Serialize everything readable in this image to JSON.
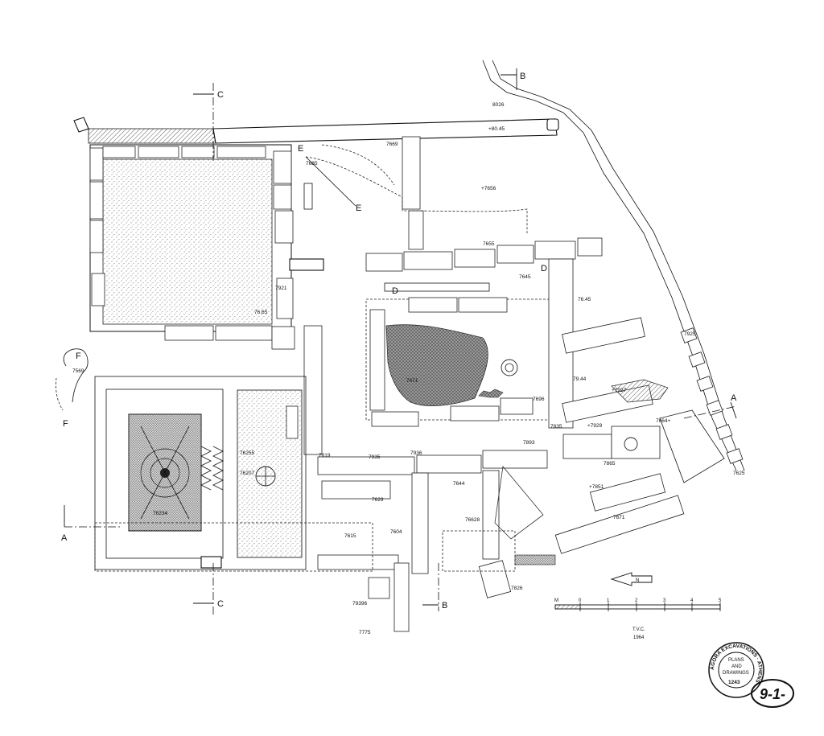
{
  "sections": {
    "c_top": "C",
    "c_bottom": "C",
    "b_top": "B",
    "b_bottom": "B",
    "a_left": "A",
    "a_right": "A",
    "e_upper": "E",
    "e_lower": "E",
    "d_left": "D",
    "d_right": "D",
    "f_upper": "F",
    "f_lower": "F"
  },
  "elevations": {
    "e8026": "8026",
    "e8045": "+80.45",
    "e7669": "7669",
    "e7685": "7685",
    "e7656": "+7656",
    "e7655": "7655",
    "e7645a": "7645",
    "e7921": "7921",
    "e7645b": "76.45",
    "e7665": "76.65",
    "e7925a": "7925",
    "e7569": "7569",
    "e7671": "7671",
    "e7944": "79.44",
    "e7927": "+7927",
    "e7696": "7696",
    "e7664": "7664+",
    "e7829": "+7929",
    "e7835": "7835",
    "e7893": "7893",
    "e76255": "76255",
    "e76207": "76207",
    "e7819": "7819",
    "e7935": "7935",
    "e7936": "7936",
    "e7865": "7865",
    "e7851": "+7851",
    "e7625": "7625",
    "e7671b": "7671",
    "e76234": "76234",
    "e7629": "7629",
    "e7644": "7644",
    "e76628": "76628",
    "e7615": "7615",
    "e7604": "7604",
    "e7826": "7826",
    "e79396": "79396",
    "e7775": "7775"
  },
  "north_label": "N",
  "scale": {
    "unit": "M",
    "ticks": [
      "0",
      "1",
      "2",
      "3",
      "4",
      "5"
    ]
  },
  "credit": {
    "initials": "T.V.C.",
    "year": "1964"
  },
  "stamp": {
    "ring_text": "AGORA EXCAVATIONS · ATHENS ·",
    "line1": "PLANS",
    "line2": "AND",
    "line3": "DRAWINGS",
    "number": "1243"
  },
  "sheet_number": "9-1-"
}
